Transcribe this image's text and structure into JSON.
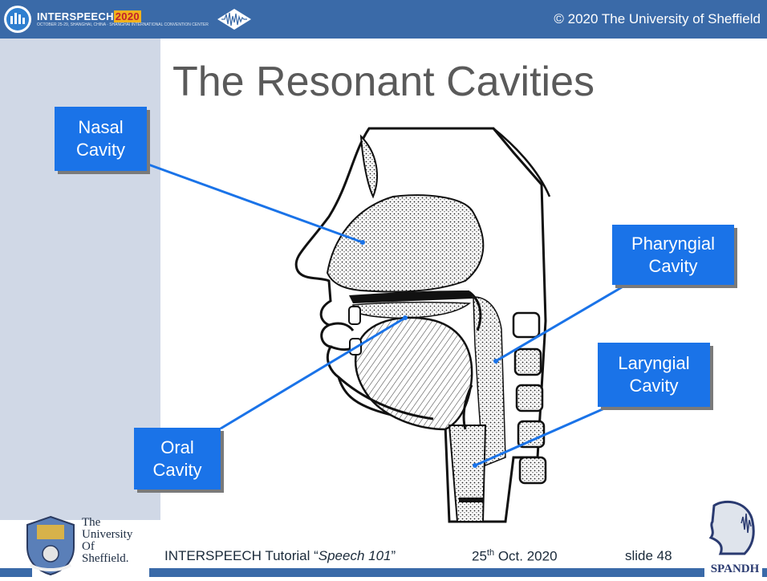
{
  "header": {
    "conference_name": "INTERSPEECH",
    "conference_year": "2020",
    "conference_sub": "OCTOBER 25-29, SHANGHAI, CHINA · SHANGHAI INTERNATIONAL CONVENTION CENTER",
    "copyright": "© 2020 The University of Sheffield"
  },
  "slide": {
    "title": "The Resonant Cavities",
    "labels": {
      "nasal": [
        "Nasal",
        "Cavity"
      ],
      "pharyngeal": [
        "Pharyngial",
        "Cavity"
      ],
      "laryngeal": [
        "Laryngial",
        "Cavity"
      ],
      "oral": [
        "Oral",
        "Cavity"
      ]
    }
  },
  "footer": {
    "university": [
      "The",
      "University",
      "Of",
      "Sheffield."
    ],
    "tutorial_prefix": "INTERSPEECH Tutorial “",
    "tutorial_name": "Speech 101",
    "tutorial_suffix": "”",
    "date_day": "25",
    "date_sup": "th",
    "date_rest": " Oct. 2020",
    "slide_no": "slide 48",
    "spandh": "SPANDH"
  },
  "colors": {
    "header_bar": "#3a6aa8",
    "label_fill": "#1a73e8",
    "left_strip": "#d0d8e6",
    "title": "#5a5a5a"
  }
}
